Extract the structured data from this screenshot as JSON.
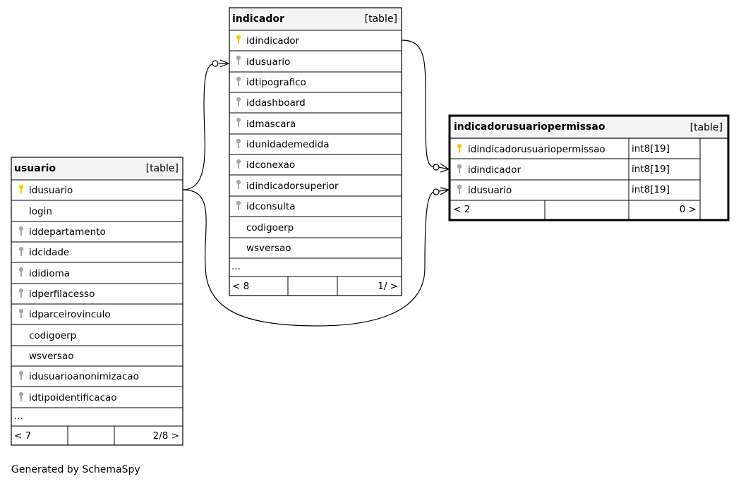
{
  "tables": {
    "usuario": {
      "name": "usuario",
      "tag": "[table]",
      "columns": [
        {
          "name": "idusuario",
          "key": "primary"
        },
        {
          "name": "login",
          "key": "none"
        },
        {
          "name": "iddepartamento",
          "key": "foreign"
        },
        {
          "name": "idcidade",
          "key": "foreign"
        },
        {
          "name": "ididioma",
          "key": "foreign"
        },
        {
          "name": "idperfilacesso",
          "key": "foreign"
        },
        {
          "name": "idparceirovinculo",
          "key": "foreign"
        },
        {
          "name": "codigoerp",
          "key": "none"
        },
        {
          "name": "wsversao",
          "key": "none"
        },
        {
          "name": "idusuarioanonimizacao",
          "key": "foreign"
        },
        {
          "name": "idtipoidentificacao",
          "key": "foreign"
        }
      ],
      "ellipsis": "...",
      "footer": {
        "left": "< 7",
        "right": "2/8 >"
      }
    },
    "indicador": {
      "name": "indicador",
      "tag": "[table]",
      "columns": [
        {
          "name": "idindicador",
          "key": "primary"
        },
        {
          "name": "idusuario",
          "key": "foreign"
        },
        {
          "name": "idtipografico",
          "key": "foreign"
        },
        {
          "name": "iddashboard",
          "key": "foreign"
        },
        {
          "name": "idmascara",
          "key": "foreign"
        },
        {
          "name": "idunidademedida",
          "key": "foreign"
        },
        {
          "name": "idconexao",
          "key": "foreign"
        },
        {
          "name": "idindicadorsuperior",
          "key": "foreign"
        },
        {
          "name": "idconsulta",
          "key": "foreign"
        },
        {
          "name": "codigoerp",
          "key": "none"
        },
        {
          "name": "wsversao",
          "key": "none"
        }
      ],
      "ellipsis": "...",
      "footer": {
        "left": "< 8",
        "right": "1/ >"
      }
    },
    "indicadorusuariopermissao": {
      "name": "indicadorusuariopermissao",
      "tag": "[table]",
      "columns": [
        {
          "name": "idindicadorusuariopermissao",
          "key": "primary",
          "type": "int8[19]"
        },
        {
          "name": "idindicador",
          "key": "foreign",
          "type": "int8[19]"
        },
        {
          "name": "idusuario",
          "key": "foreign",
          "type": "int8[19]"
        }
      ],
      "footer": {
        "left": "< 2",
        "right": "0 >"
      }
    }
  },
  "footer_text": "Generated by SchemaSpy",
  "colors": {
    "primary_key": "#f2d100",
    "foreign_key": "#a8a8a8",
    "header_bg": "#f4f4f4",
    "line": "#000000"
  }
}
